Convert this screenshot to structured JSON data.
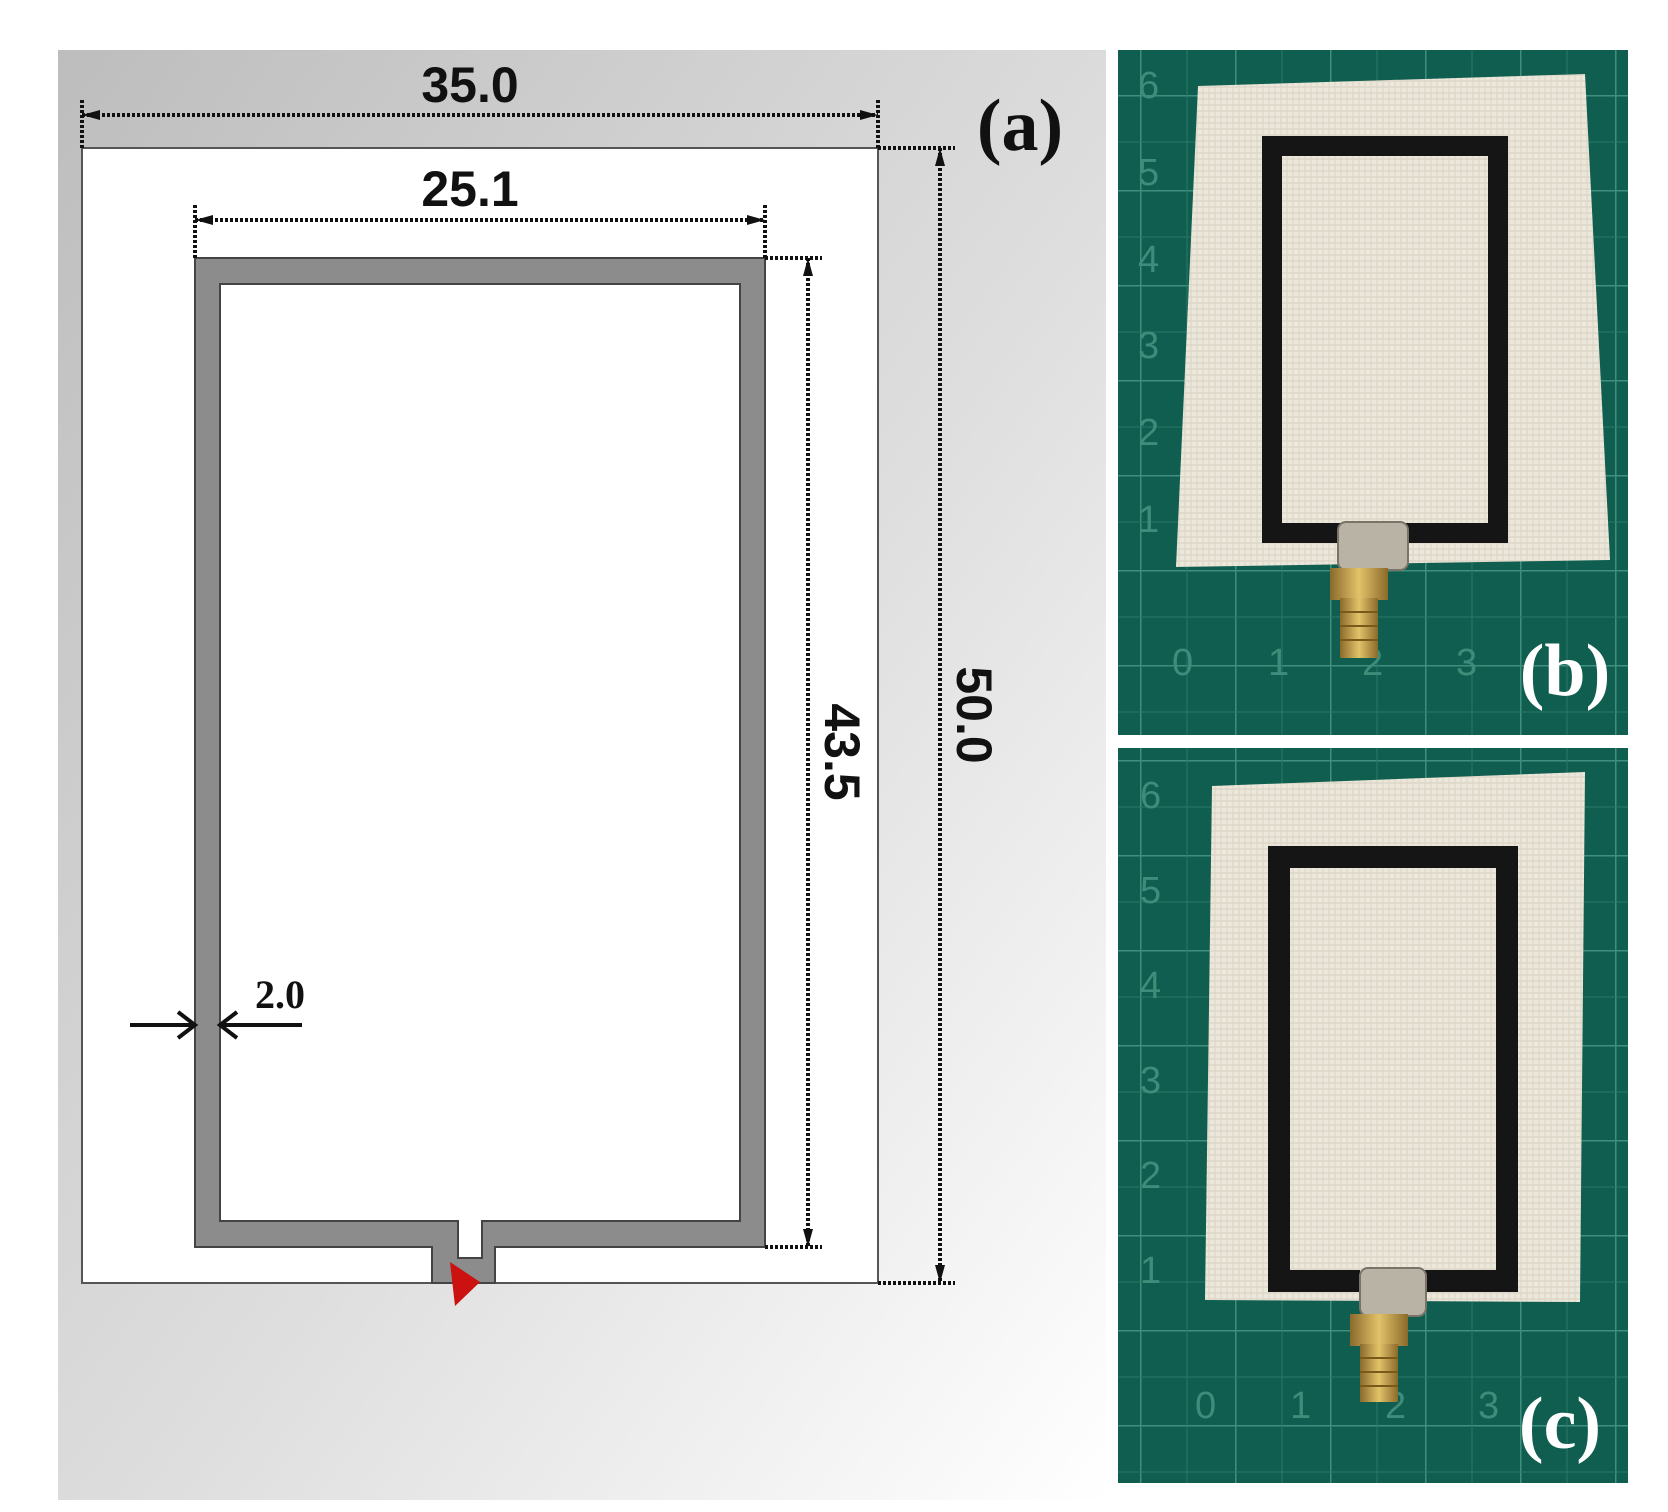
{
  "panel_a": {
    "label": "(a)",
    "dims": {
      "substrate_width": "35.0",
      "loop_width": "25.1",
      "loop_height": "43.5",
      "substrate_height": "50.0",
      "trace_width": "2.0"
    }
  },
  "panel_b": {
    "label": "(b)",
    "ruler_y": [
      "6",
      "5",
      "4",
      "3",
      "2",
      "1"
    ],
    "ruler_x": [
      "0",
      "1",
      "2",
      "3"
    ]
  },
  "panel_c": {
    "label": "(c)",
    "ruler_y": [
      "6",
      "5",
      "4",
      "3",
      "2",
      "1"
    ],
    "ruler_x": [
      "0",
      "1",
      "2",
      "3"
    ]
  },
  "colors": {
    "trace": "#8c8c8c",
    "feed": "#cc1111",
    "mat": "#0f5e4f",
    "fabric": "#ece7db",
    "ink": "#151515",
    "connector": "#c9a24a"
  }
}
